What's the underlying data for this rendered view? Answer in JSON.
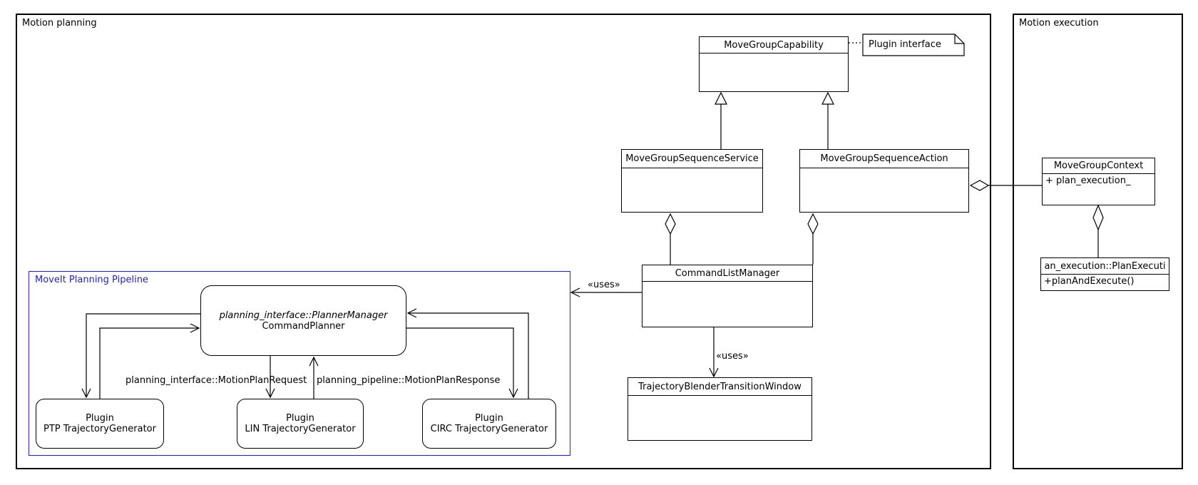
{
  "diagram": {
    "colors": {
      "line": "#000000",
      "pipeline_accent": "#2222cc",
      "background": "#ffffff"
    },
    "containers": {
      "motion_planning": {
        "label": "Motion planning"
      },
      "motion_execution": {
        "label": "Motion execution"
      },
      "pipeline": {
        "label": "MoveIt Planning Pipeline"
      }
    },
    "classes": {
      "capability": {
        "title": "MoveGroupCapability"
      },
      "sequence_service": {
        "title": "MoveGroupSequenceService"
      },
      "sequence_action": {
        "title": "MoveGroupSequenceAction"
      },
      "command_list_manager": {
        "title": "CommandListManager"
      },
      "trajectory_blender": {
        "title": "TrajectoryBlenderTransitionWindow"
      },
      "move_group_context": {
        "title": "MoveGroupContext",
        "attribute": "+ plan_execution_"
      },
      "plan_execution": {
        "title": "an_execution::PlanExecuti",
        "method": "+planAndExecute()"
      }
    },
    "note": {
      "text": "Plugin interface"
    },
    "rounded": {
      "planner_manager": {
        "line1": "planning_interface::PlannerManager",
        "line2": "CommandPlanner"
      },
      "ptp": {
        "line1": "Plugin",
        "line2": "PTP TrajectoryGenerator"
      },
      "lin": {
        "line1": "Plugin",
        "line2": "LIN TrajectoryGenerator"
      },
      "circ": {
        "line1": "Plugin",
        "line2": "CIRC TrajectoryGenerator"
      }
    },
    "labels": {
      "request": "planning_interface::MotionPlanRequest",
      "response": "planning_pipeline::MotionPlanResponse",
      "uses_pipeline": "«uses»",
      "uses_blender": "«uses»"
    }
  }
}
